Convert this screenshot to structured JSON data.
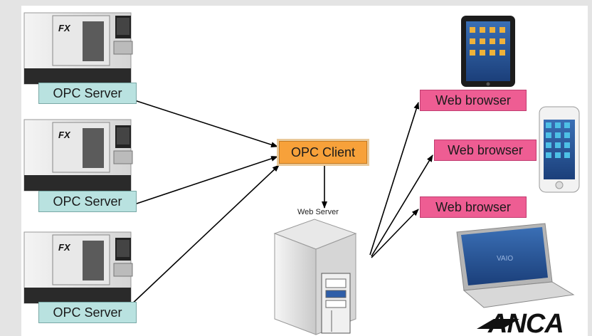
{
  "diagram": {
    "servers": [
      {
        "label": "OPC Server"
      },
      {
        "label": "OPC Server"
      },
      {
        "label": "OPC Server"
      }
    ],
    "client": {
      "label": "OPC Client"
    },
    "web_server_label": "Web Server",
    "browsers": [
      {
        "label": "Web browser"
      },
      {
        "label": "Web browser"
      },
      {
        "label": "Web browser"
      }
    ],
    "machine_badge": "FX",
    "logo": {
      "text": "ANCA"
    },
    "colors": {
      "server_box": "#b9e2e0",
      "client_box": "#f7a13a",
      "browser_box": "#ee5d93",
      "arrow": "#000000"
    },
    "icons": [
      "cnc-machine-icon",
      "server-tower-icon",
      "tablet-icon",
      "smartphone-icon",
      "laptop-icon"
    ]
  }
}
